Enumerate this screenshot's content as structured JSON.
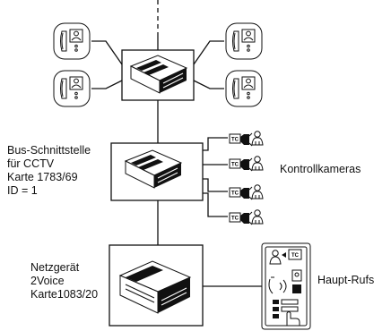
{
  "labels": {
    "interface": [
      "Bus-Schnittstelle",
      "für CCTV",
      "Karte 1783/69",
      "ID = 1"
    ],
    "cameras": "Kontrollkameras",
    "power": [
      "Netzgerät",
      "2Voice",
      "Karte1083/20"
    ],
    "main_call": "Haupt-Rufs",
    "tc": "TC"
  },
  "icons": {
    "handset": "handset-intercom-icon",
    "camera": "cctv-camera-icon",
    "person": "person-icon",
    "module": "bus-module-icon",
    "main_station": "main-call-station-icon"
  }
}
